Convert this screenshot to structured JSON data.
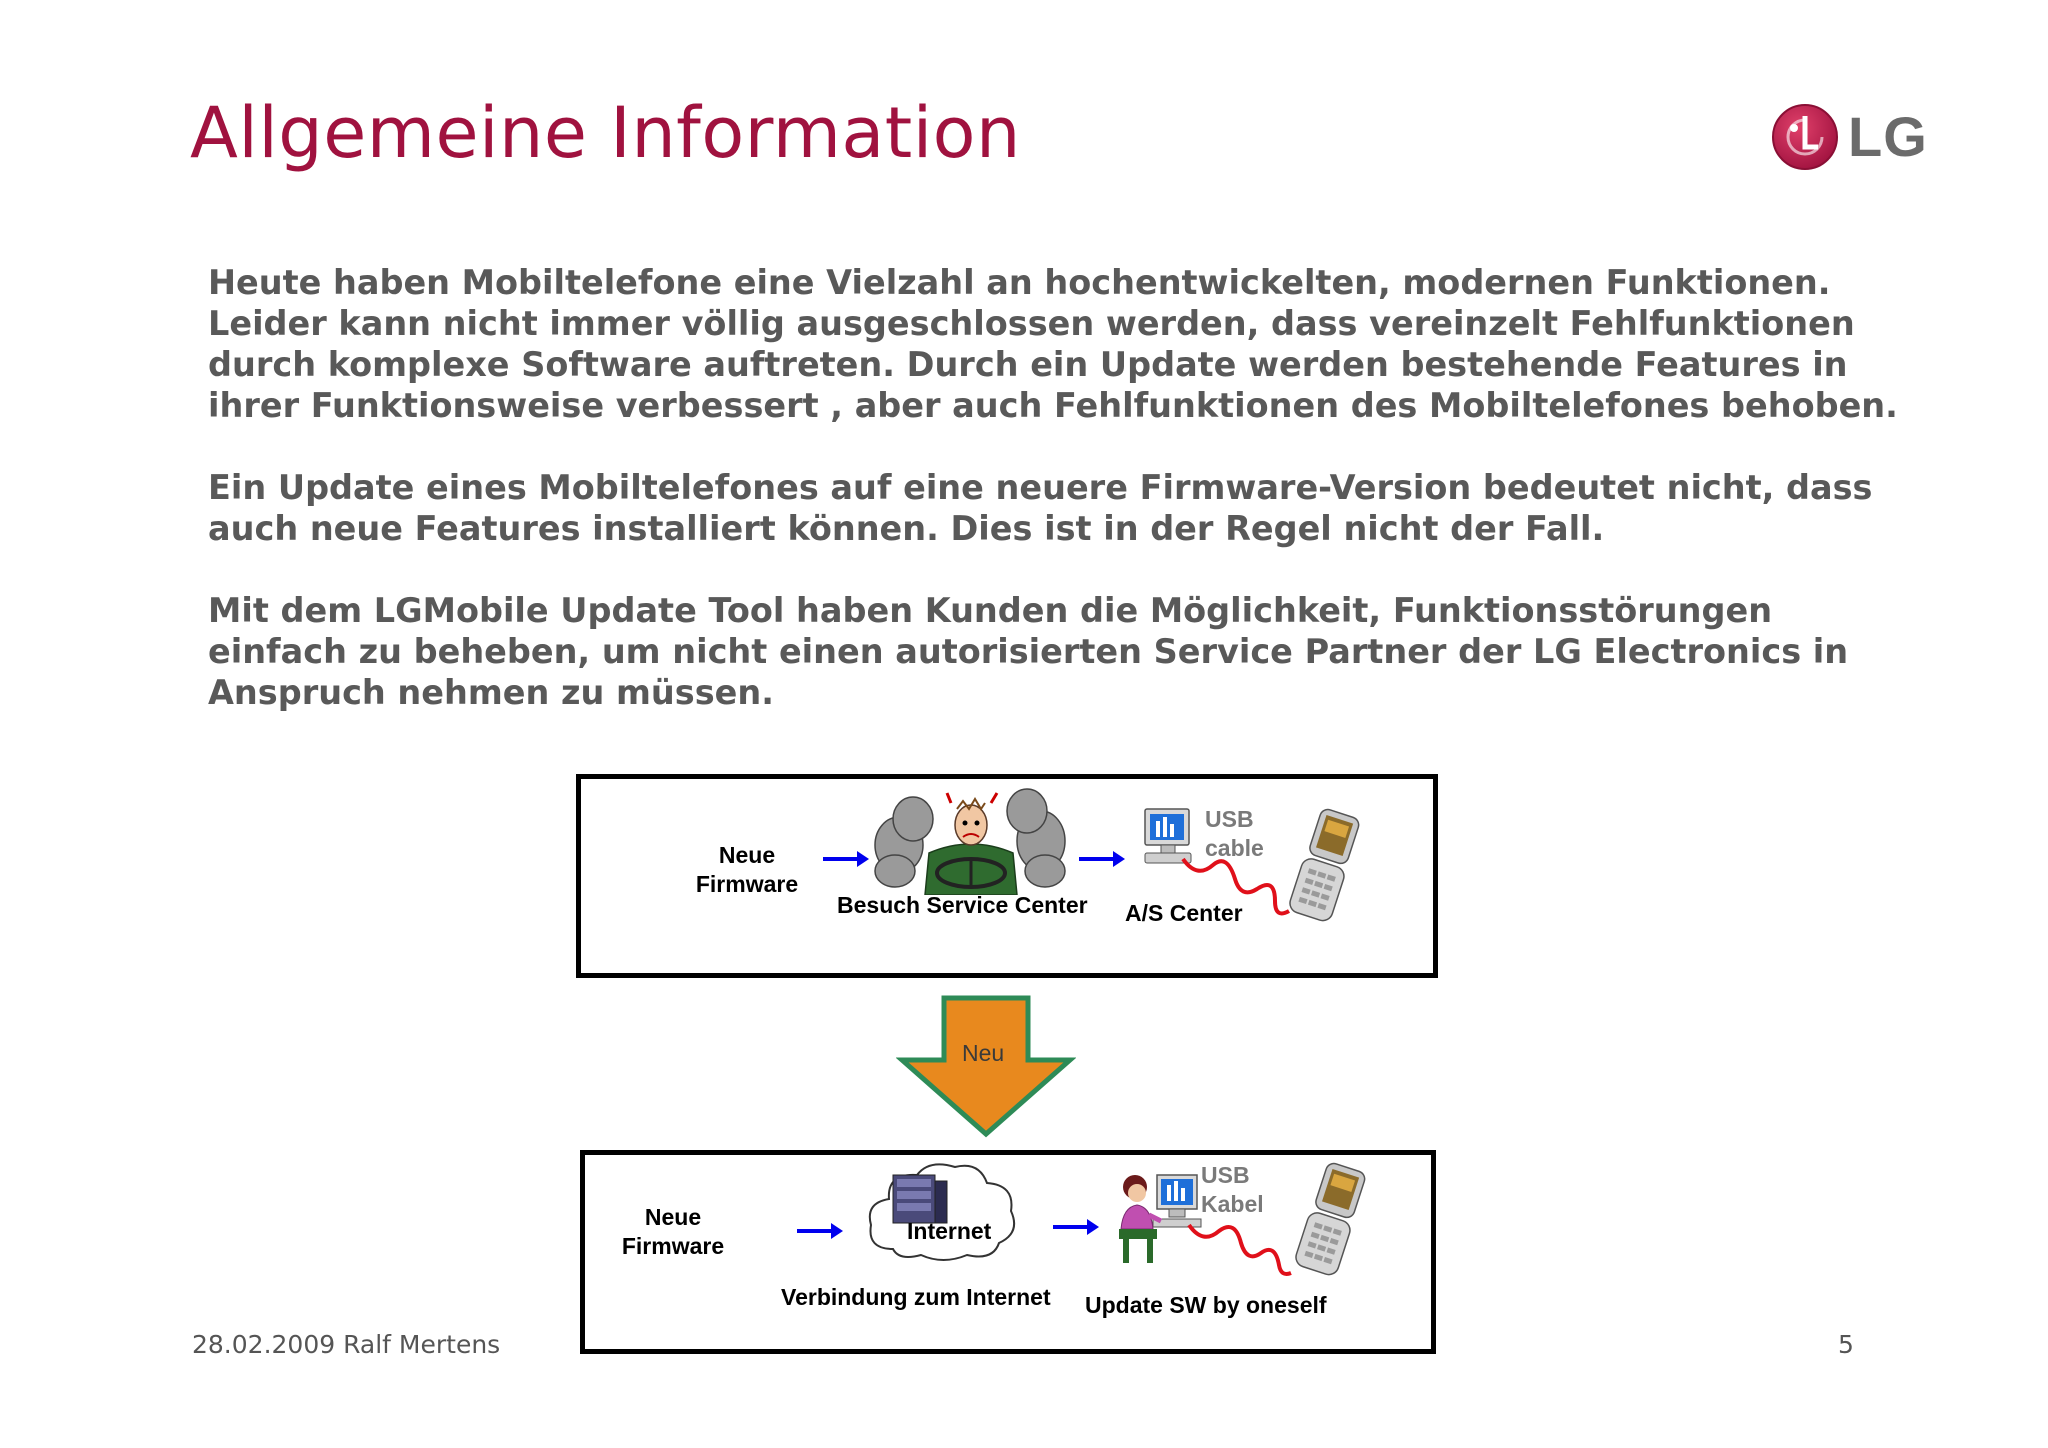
{
  "slide": {
    "title": "Allgemeine Information",
    "logo_text": "LG",
    "brand_color": "#a0123f",
    "paragraphs": [
      "Heute haben Mobiltelefone eine Vielzahl an hochentwickelten, modernen Funktionen.\nLeider kann nicht immer völlig ausgeschlossen werden, dass vereinzelt Fehlfunktionen\ndurch komplexe Software auftreten. Durch ein Update werden bestehende Features in\nihrer Funktionsweise verbessert , aber auch Fehlfunktionen des Mobiltelefones behoben.",
      "Ein Update eines Mobiltelefones auf eine neuere Firmware-Version bedeutet nicht, dass\nauch neue Features installiert können. Dies ist in der Regel nicht der Fall.",
      "Mit dem LGMobile Update Tool haben Kunden die Möglichkeit, Funktionsstörungen\neinfach zu beheben, um nicht einen autorisierten Service Partner der LG Electronics in\nAnspruch nehmen zu müssen."
    ]
  },
  "diagram": {
    "old_process": {
      "firmware_line1": "Neue",
      "firmware_line2": "Firmware",
      "step_service": "Besuch Service Center",
      "usb_line1": "USB",
      "usb_line2": "cable",
      "step_center": "A/S Center",
      "icons": [
        "angry-driver-icon",
        "computer-icon",
        "usb-cable-icon",
        "mobile-phone-icon"
      ]
    },
    "transition": {
      "label": "Neu",
      "arrow_color": "#e8891e",
      "arrow_border": "#2e8b57"
    },
    "new_process": {
      "firmware_line1": "Neue",
      "firmware_line2": "Firmware",
      "internet": "Internet",
      "step_connect": "Verbindung zum Internet",
      "usb_line1": "USB",
      "usb_line2": "Kabel",
      "step_update": "Update SW  by oneself",
      "icons": [
        "cloud-server-icon",
        "user-at-computer-icon",
        "usb-cable-icon",
        "mobile-phone-icon"
      ]
    },
    "arrow_color": "#0000ee"
  },
  "footer": {
    "date_author": "28.02.2009 Ralf Mertens",
    "page_number": "5"
  }
}
